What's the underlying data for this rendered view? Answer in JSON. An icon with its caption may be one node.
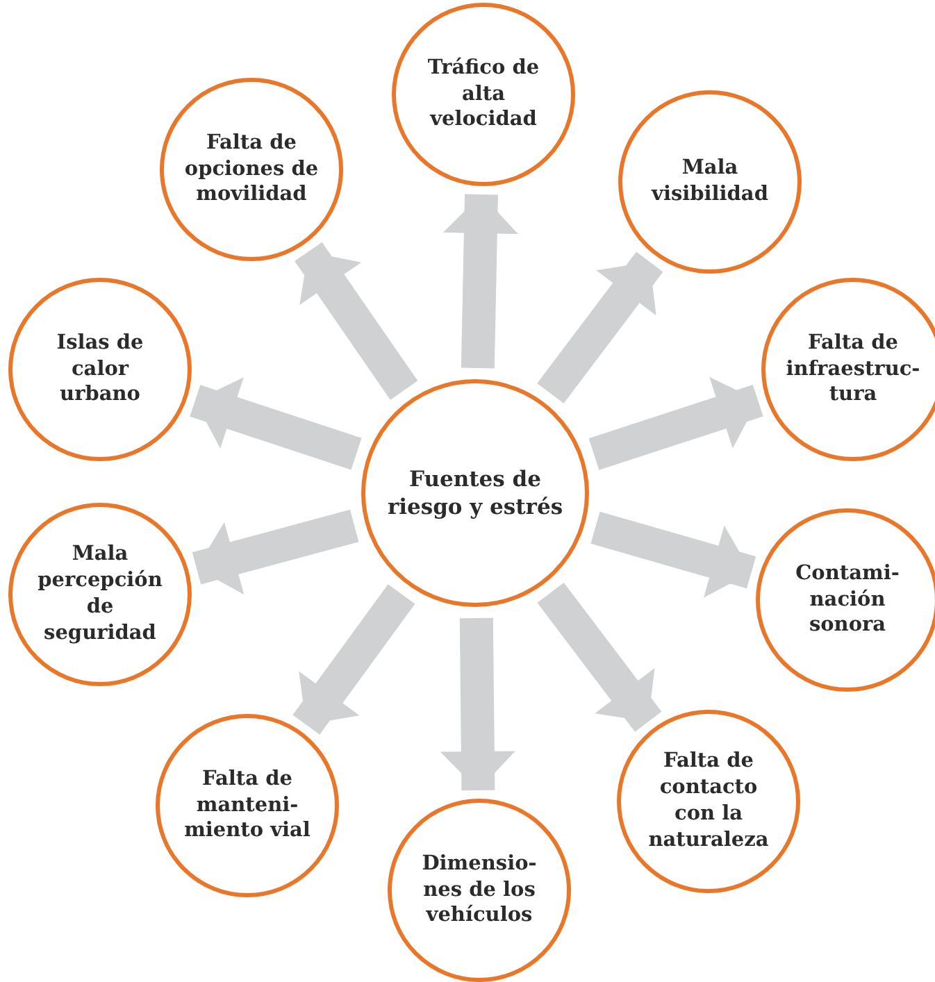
{
  "diagram": {
    "nodes": [
      {
        "text": [
          "Fuentes de riesgo y estrés"
        ]
      },
      {
        "text": [
          "Tráfico de alta velocidad"
        ]
      },
      {
        "text": [
          "Mala visibilidad"
        ]
      },
      {
        "text": [
          "Falta de infraestruc-tura"
        ]
      },
      {
        "text": [
          "Contami-nación sonora"
        ]
      },
      {
        "text": [
          "Falta de contacto con la naturaleza"
        ]
      },
      {
        "text": [
          "Dimensio-nes de los vehículos"
        ]
      },
      {
        "text": [
          "Falta de manteni-miento vial"
        ]
      },
      {
        "text": [
          "Mala percepción de seguridad"
        ]
      },
      {
        "text": [
          "Islas de calor urbano"
        ]
      },
      {
        "text": [
          "Falta de opciones de movilidad"
        ]
      }
    ],
    "edges": [
      {
        "from": 0,
        "to": 1,
        "arrow": "to"
      },
      {
        "from": 0,
        "to": 2,
        "arrow": "to"
      },
      {
        "from": 0,
        "to": 3,
        "arrow": "to"
      },
      {
        "from": 0,
        "to": 4,
        "arrow": "to"
      },
      {
        "from": 0,
        "to": 5,
        "arrow": "to"
      },
      {
        "from": 0,
        "to": 6,
        "arrow": "to"
      },
      {
        "from": 0,
        "to": 7,
        "arrow": "to"
      },
      {
        "from": 0,
        "to": 8,
        "arrow": "to"
      },
      {
        "from": 0,
        "to": 9,
        "arrow": "to"
      },
      {
        "from": 0,
        "to": 10,
        "arrow": "to"
      }
    ]
  }
}
